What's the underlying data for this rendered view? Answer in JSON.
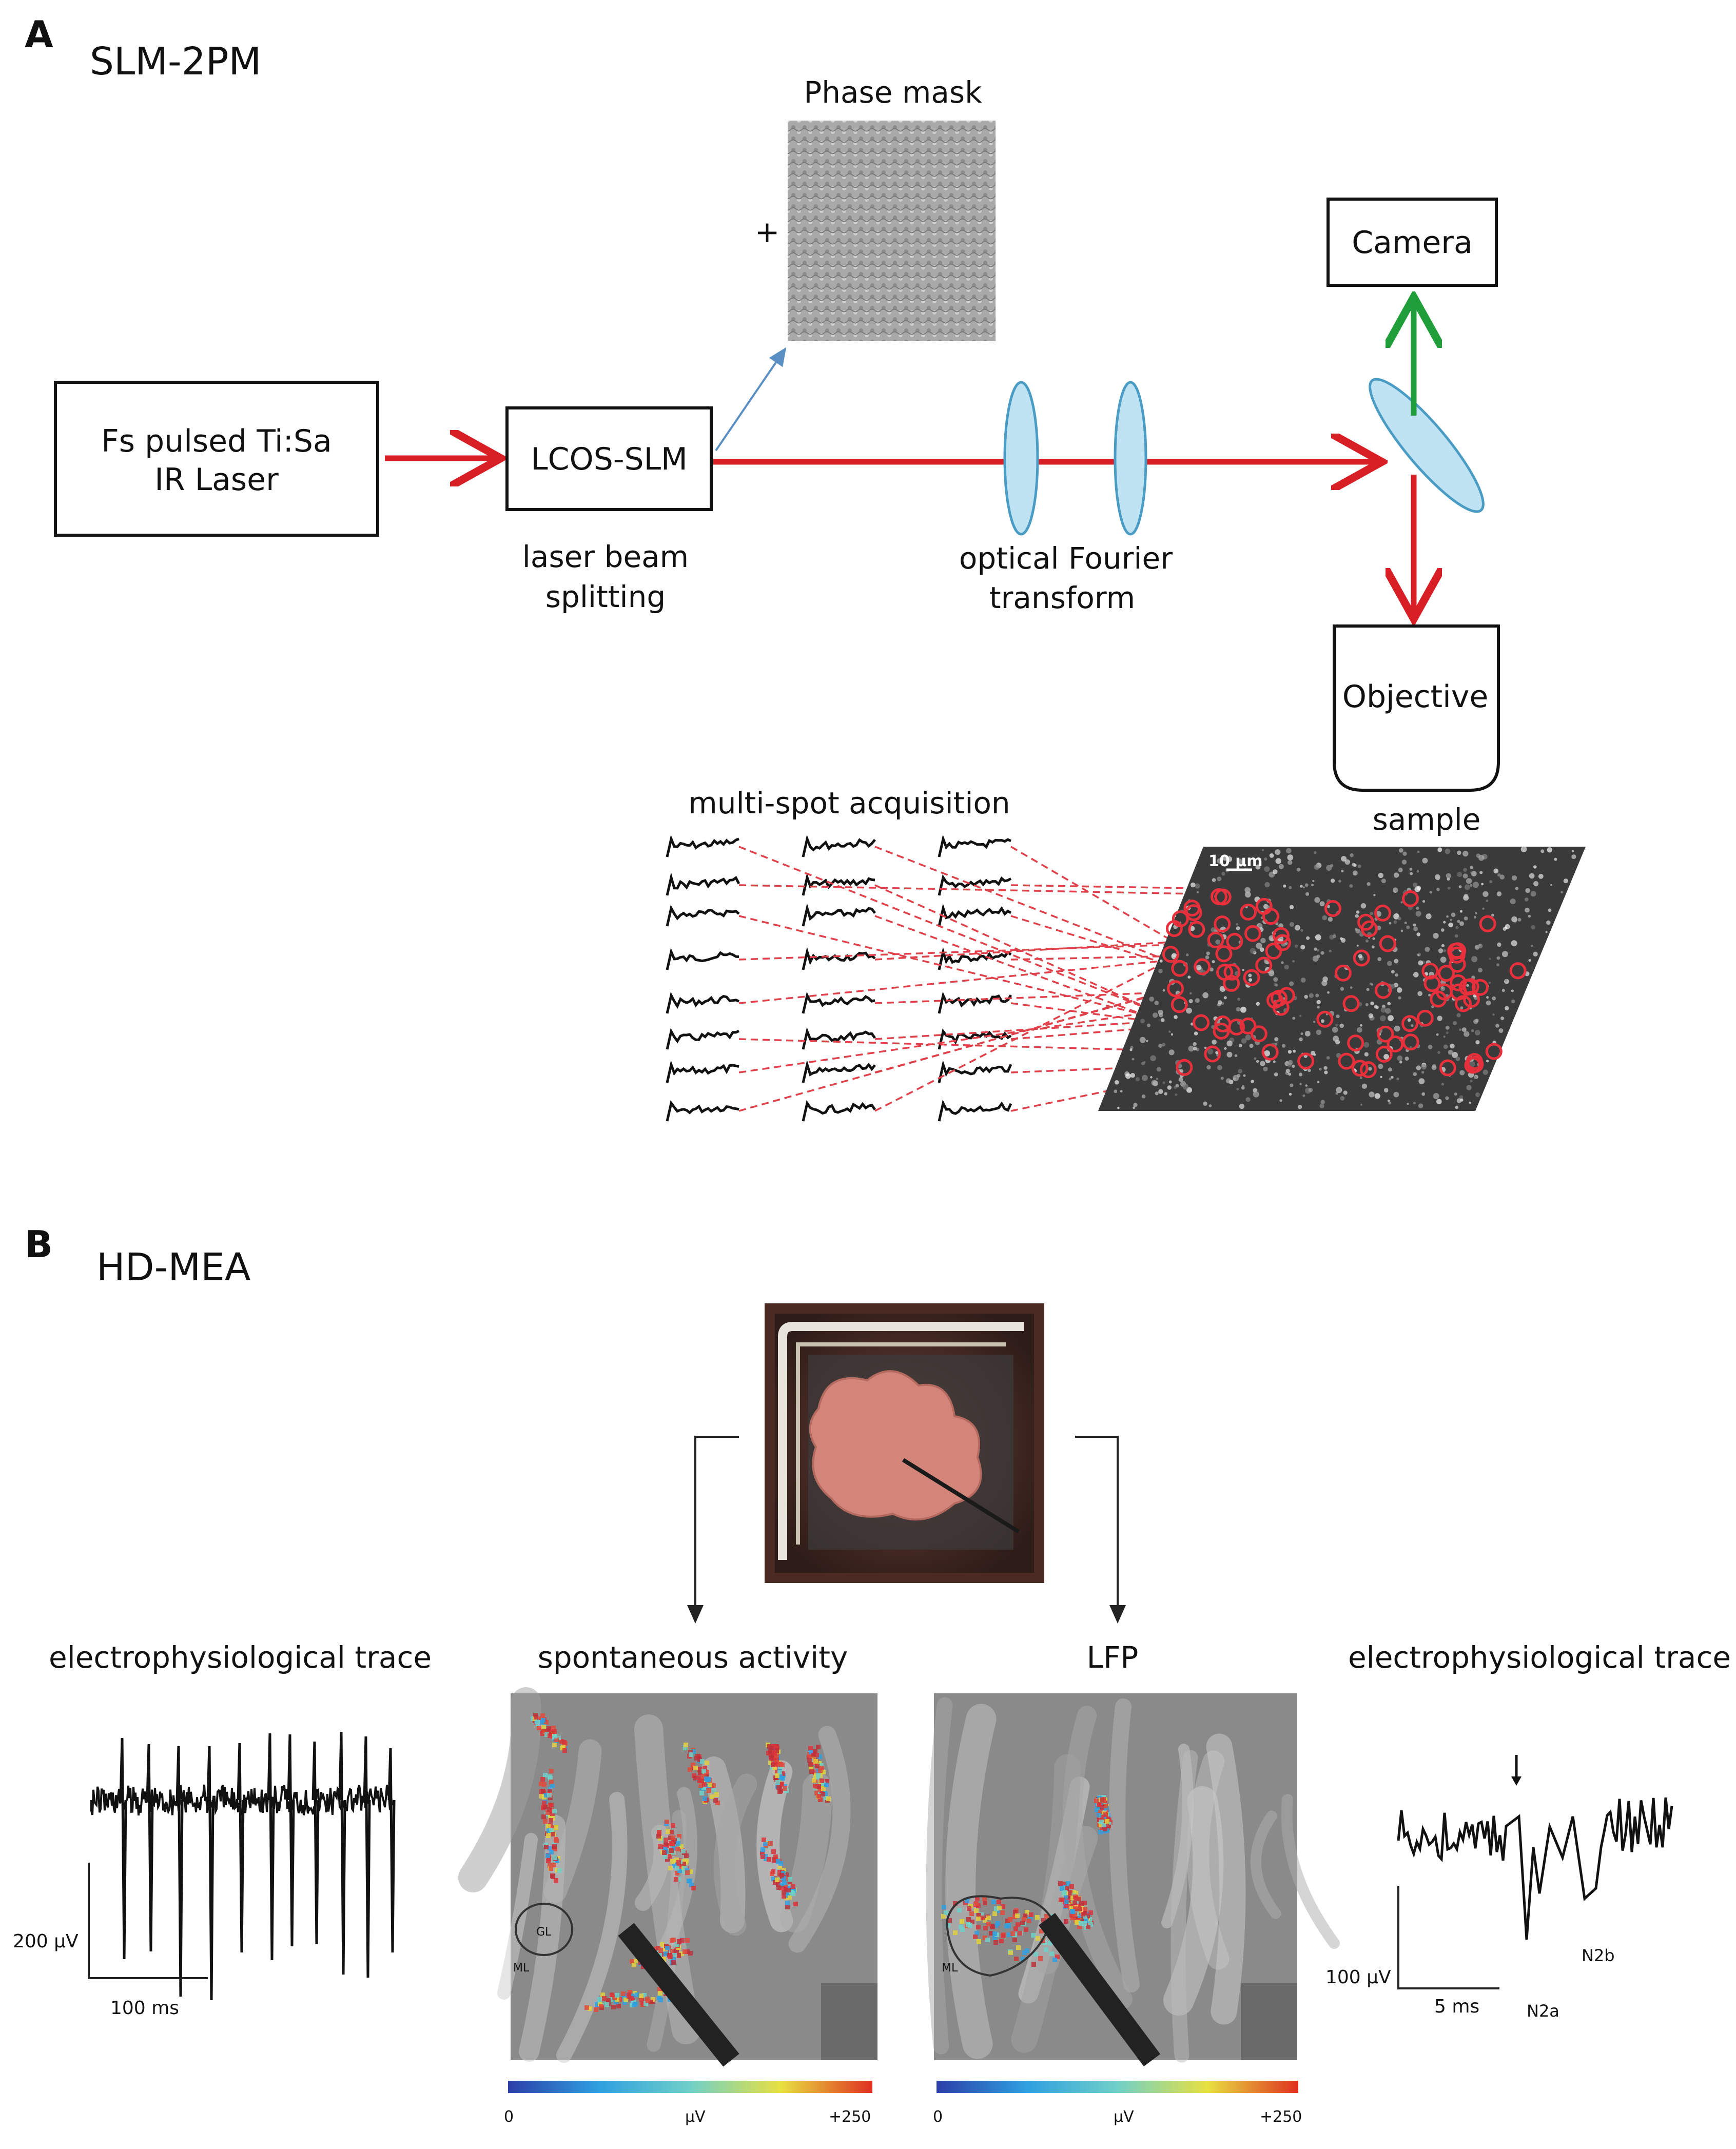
{
  "panel_a": {
    "letter": "A",
    "title": "SLM-2PM",
    "laser_line1": "Fs pulsed Ti:Sa",
    "laser_line2": "IR Laser",
    "slm_label": "LCOS-SLM",
    "slm_caption_line1": "laser beam",
    "slm_caption_line2": "splitting",
    "phase_mask_label": "Phase mask",
    "phase_mask_plus": "+",
    "lens_caption_line1": "optical Fourier",
    "lens_caption_line2": "transform",
    "camera_label": "Camera",
    "objective_label": "Objective",
    "sample_label": "sample",
    "multispot_label": "multi-spot acquisition",
    "scale_label": "10 µm",
    "colors": {
      "beam": "#d81f26",
      "camera_beam": "#1f9e3a",
      "lens_fill": "#bfe3f2",
      "lens_stroke": "#4a9cc4",
      "dashed_link": "#e0404a"
    }
  },
  "panel_b": {
    "letter": "B",
    "title": "HD-MEA",
    "left_trace_title": "electrophysiological trace",
    "left_scale_v": "200 µV",
    "left_scale_t": "100 ms",
    "spont_title": "spontaneous activity",
    "lfp_title": "LFP",
    "right_trace_title": "electrophysiological trace",
    "right_scale_v": "100 µV",
    "right_scale_t": "5 ms",
    "n2a_label": "N2a",
    "n2b_label": "N2b",
    "map_small_label_1": "GL",
    "map_small_label_2": "ML",
    "colorbar": {
      "min": "0",
      "unit": "µV",
      "max": "+250"
    }
  }
}
